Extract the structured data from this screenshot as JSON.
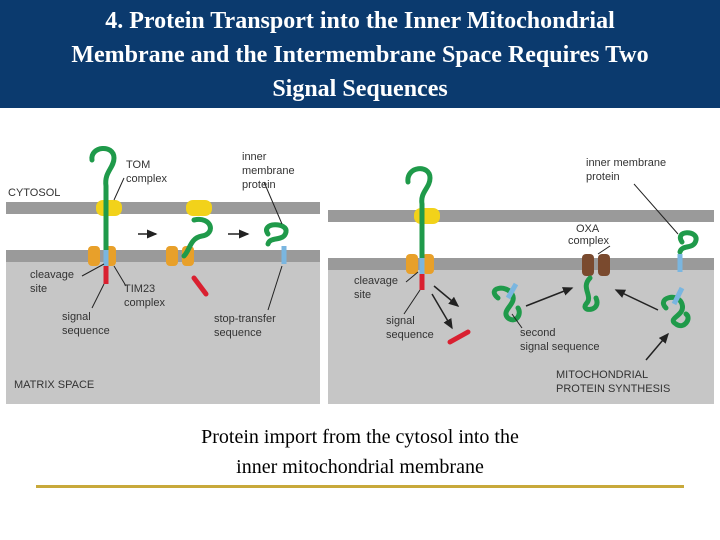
{
  "slide": {
    "title_lines": [
      "4.  Protein Transport into the Inner Mitochondrial",
      "Membrane and the Intermembrane Space Requires Two",
      "Signal Sequences"
    ],
    "caption_lines": [
      "Protein import from the cytosol into the",
      "inner mitochondrial membrane"
    ]
  },
  "diagram": {
    "left_panel": {
      "cytosol": "CYTOSOL",
      "matrix_space": "MATRIX SPACE",
      "tom_complex": [
        "TOM",
        "complex"
      ],
      "inner_membrane_protein": [
        "inner",
        "membrane",
        "protein"
      ],
      "cleavage_site": [
        "cleavage",
        "site"
      ],
      "tim23_complex": [
        "TIM23",
        "complex"
      ],
      "signal_sequence": [
        "signal",
        "sequence"
      ],
      "stop_transfer_sequence": [
        "stop-transfer",
        "sequence"
      ]
    },
    "right_panel": {
      "inner_membrane_protein": [
        "inner membrane",
        "protein"
      ],
      "oxa_complex": [
        "OXA",
        "complex"
      ],
      "cleavage_site": [
        "cleavage",
        "site"
      ],
      "signal_sequence": [
        "signal",
        "sequence"
      ],
      "second_signal_sequence": [
        "second",
        "signal sequence"
      ],
      "mitochondrial_protein_synthesis": [
        "MITOCHONDRIAL",
        "PROTEIN SYNTHESIS"
      ]
    },
    "colors": {
      "membrane": "#9a9a9a",
      "matrix": "#c6c6c6",
      "protein": "#1f9a4a",
      "signal": "#d92030",
      "stop_transfer": "#7ab6e0",
      "tom": "#f2d21a",
      "tim": "#e8a02a",
      "oxa": "#7a4a2e"
    }
  }
}
